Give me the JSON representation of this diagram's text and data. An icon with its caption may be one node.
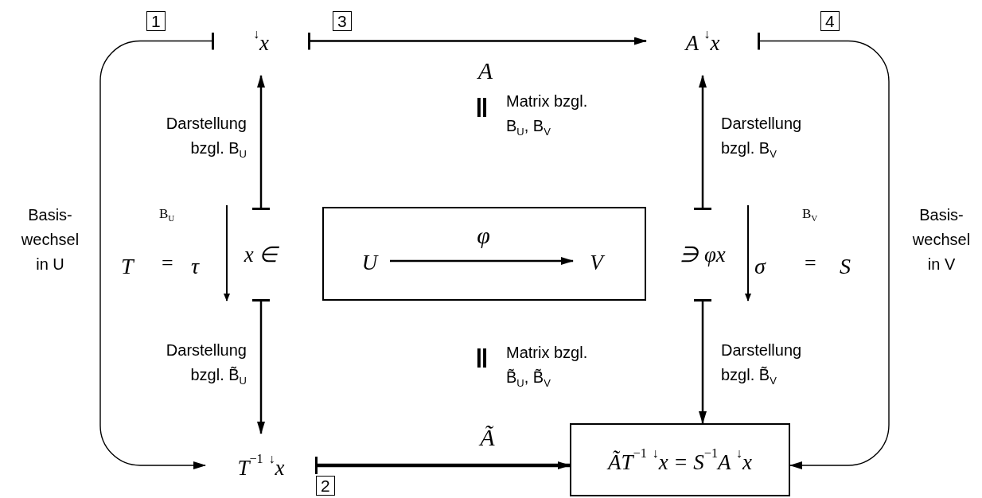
{
  "diagram": {
    "nodes": [
      {
        "text": [
          "$^{↓}$x"
        ]
      },
      {
        "text": [
          "A $^{↓}$x"
        ]
      },
      {
        "text": [
          "x ∈"
        ]
      },
      {
        "text": [],
        "shape": "box"
      },
      {
        "text": [
          "U"
        ],
        "in": 3
      },
      {
        "text": [
          "V"
        ],
        "in": 3
      },
      {
        "text": [
          "∋ φx"
        ]
      },
      {
        "text": [
          "T$^{−1}$ $^{↓}$x"
        ]
      },
      {
        "text": [
          "ÃT$^{−1}$ $^{↓}$x = S$^{−1}$A $^{↓}$x"
        ]
      }
    ],
    "edges": [
      {
        "from": 0,
        "to": 1,
        "arrow": "to",
        "label": "A"
      },
      {
        "from": 2,
        "to": 0,
        "arrow": "to",
        "label": "Darstellung bzgl. B$_{U}$"
      },
      {
        "from": 4,
        "to": 5,
        "arrow": "to",
        "label": "φ"
      },
      {
        "from": 6,
        "to": 1,
        "arrow": "to",
        "label": "Darstellung bzgl. B$_{V}$"
      },
      {
        "from": 2,
        "to": 7,
        "arrow": "to",
        "label": "Darstellung bzgl. B̃$_{U}$"
      },
      {
        "from": 6,
        "to": 8,
        "arrow": "to",
        "label": "Darstellung bzgl. B̃$_{V}$"
      },
      {
        "from": 0,
        "to": 7,
        "arrow": "to",
        "label": "Basis- wechsel in U"
      },
      {
        "from": 7,
        "to": 8,
        "arrow": "to",
        "label": "Ã",
        "style": "thick"
      },
      {
        "from": 1,
        "to": 8,
        "arrow": "to",
        "label": "Basis- wechsel in V"
      }
    ],
    "labels": [
      "1",
      "3",
      "4",
      "‖",
      "Matrix bzgl. B$_{U}$, B$_{V}$",
      "B$_{U}$",
      "T",
      "=",
      "τ",
      "B$_{V}$",
      "σ",
      "=",
      "S",
      "‖",
      "Matrix bzgl. B̃$_{U}$, B̃$_{V}$",
      "2"
    ]
  }
}
